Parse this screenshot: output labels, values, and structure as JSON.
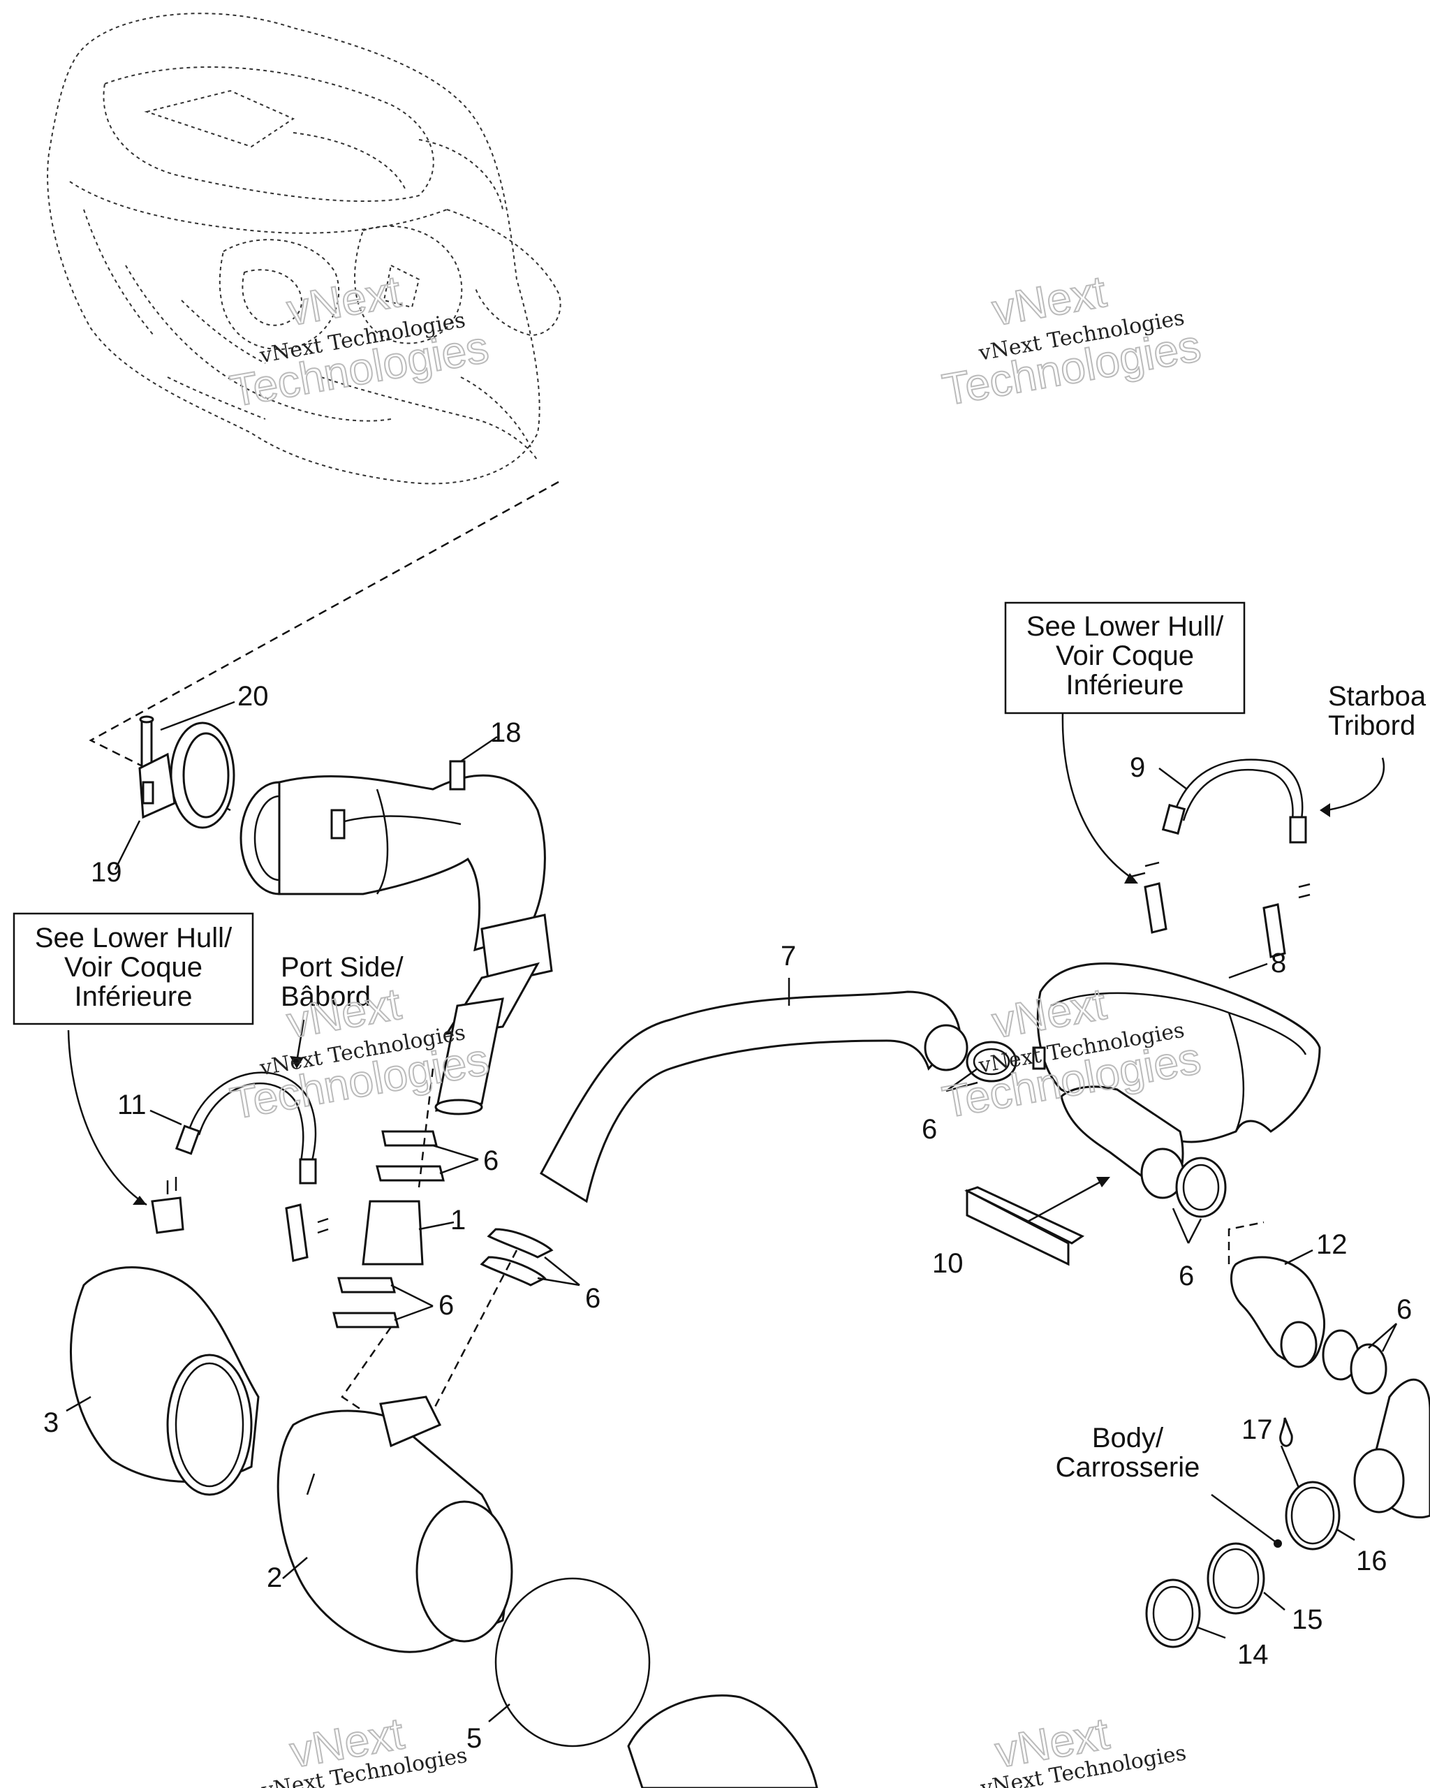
{
  "callouts": [
    {
      "n": "20"
    },
    {
      "n": "18"
    },
    {
      "n": "19"
    },
    {
      "n": "9"
    },
    {
      "n": "8"
    },
    {
      "n": "7"
    },
    {
      "n": "11"
    },
    {
      "n": "6"
    },
    {
      "n": "1"
    },
    {
      "n": "6"
    },
    {
      "n": "6"
    },
    {
      "n": "6"
    },
    {
      "n": "10"
    },
    {
      "n": "6"
    },
    {
      "n": "12"
    },
    {
      "n": "6"
    },
    {
      "n": "3"
    },
    {
      "n": "17"
    },
    {
      "n": "2"
    },
    {
      "n": "16"
    },
    {
      "n": "15"
    },
    {
      "n": "14"
    },
    {
      "n": "5"
    }
  ],
  "notes": {
    "lower_hull_right": [
      "See Lower Hull/",
      "Voir Coque",
      "Inférieure"
    ],
    "lower_hull_left": [
      "See Lower Hull/",
      "Voir Coque",
      "Inférieure"
    ],
    "starboard": [
      "Starboa",
      "Tribord"
    ],
    "port_side": [
      "Port Side/",
      "Bâbord"
    ],
    "body": [
      "Body/",
      "Carrosserie"
    ]
  },
  "watermark": {
    "line1": "vNext Technologies",
    "line2a": "vNext",
    "line2b": "Technologies"
  }
}
